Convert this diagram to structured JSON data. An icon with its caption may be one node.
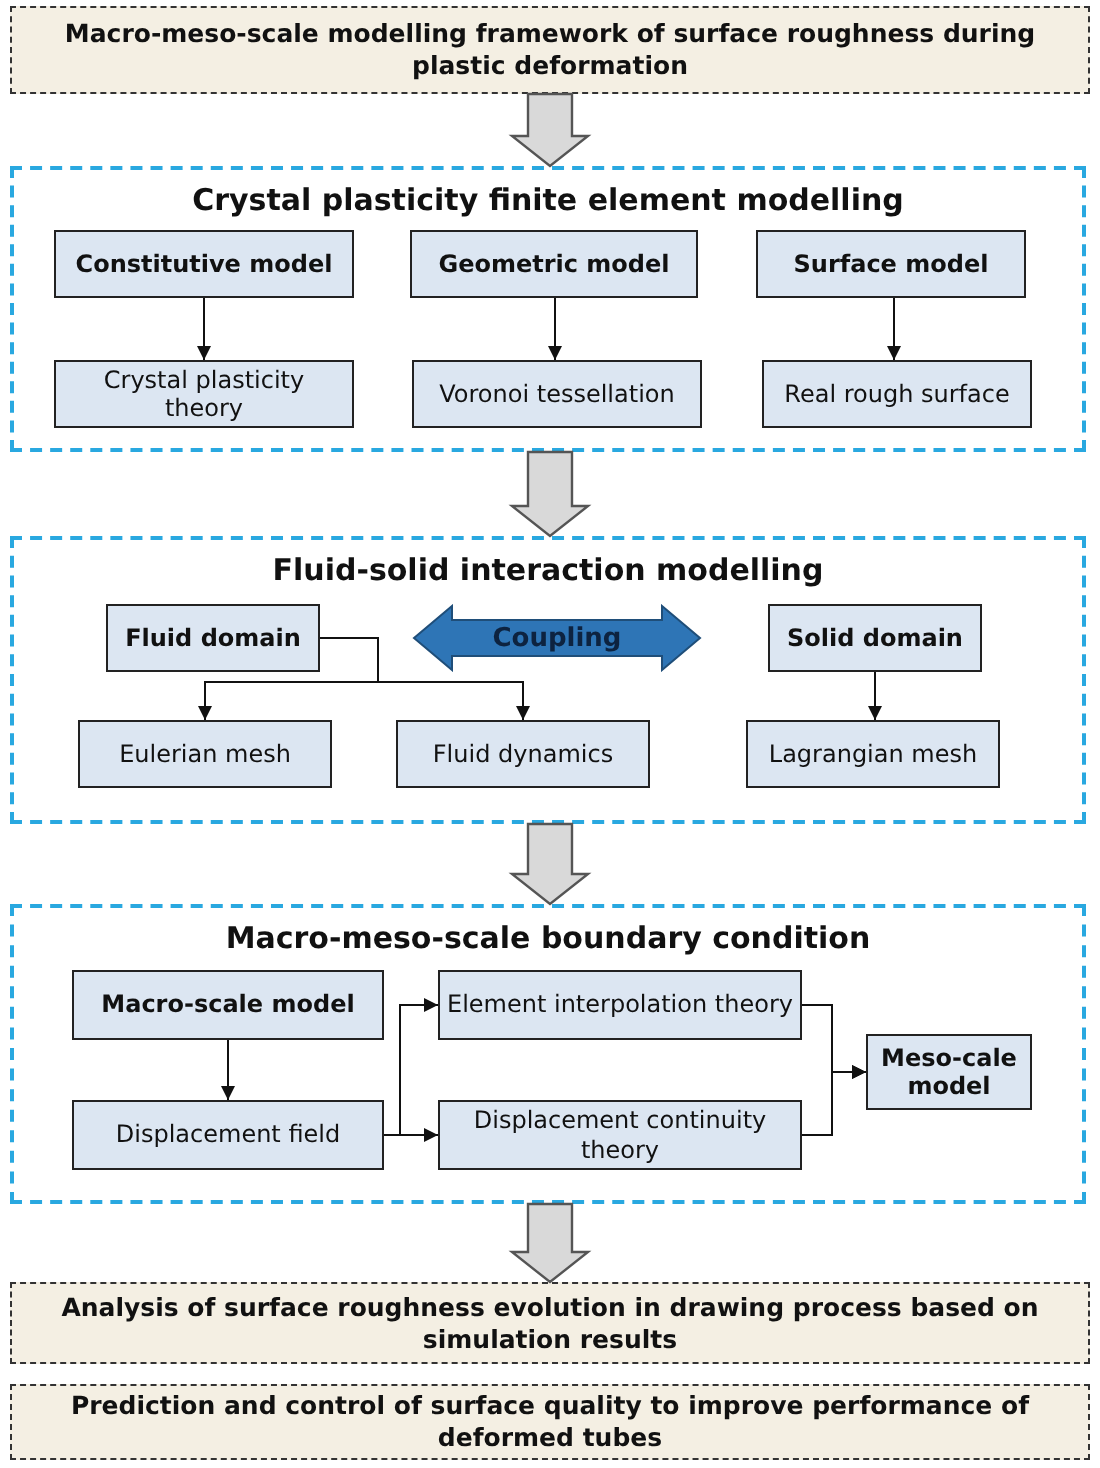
{
  "diagram": {
    "nodes": [
      {
        "text": [
          "Macro-meso-scale modelling framework of surface roughness during plastic deformation"
        ]
      },
      {
        "text": [
          "Crystal plasticity finite element modelling"
        ]
      },
      {
        "text": [
          "Constitutive model"
        ],
        "in": 1
      },
      {
        "text": [
          "Geometric model"
        ],
        "in": 1
      },
      {
        "text": [
          "Surface model"
        ],
        "in": 1
      },
      {
        "text": [
          "Crystal plasticity theory"
        ],
        "in": 1
      },
      {
        "text": [
          "Voronoi tessellation"
        ],
        "in": 1
      },
      {
        "text": [
          "Real rough surface"
        ],
        "in": 1
      },
      {
        "text": [
          "Fluid-solid interaction modelling"
        ]
      },
      {
        "text": [
          "Fluid domain"
        ],
        "in": 8
      },
      {
        "text": [
          "Coupling"
        ],
        "in": 8
      },
      {
        "text": [
          "Solid domain"
        ],
        "in": 8
      },
      {
        "text": [
          "Eulerian mesh"
        ],
        "in": 8
      },
      {
        "text": [
          "Fluid dynamics"
        ],
        "in": 8
      },
      {
        "text": [
          "Lagrangian mesh"
        ],
        "in": 8
      },
      {
        "text": [
          "Macro-meso-scale boundary condition"
        ]
      },
      {
        "text": [
          "Macro-scale model"
        ],
        "in": 15
      },
      {
        "text": [
          "Displacement field"
        ],
        "in": 15
      },
      {
        "text": [
          "Element interpolation theory"
        ],
        "in": 15
      },
      {
        "text": [
          "Displacement continuity theory"
        ],
        "in": 15
      },
      {
        "text": [
          "Meso-cale model"
        ],
        "in": 15
      },
      {
        "text": [
          "Analysis of surface roughness evolution in drawing process based on simulation results"
        ]
      },
      {
        "text": [
          "Prediction and control of surface quality to improve performance of deformed tubes"
        ]
      }
    ],
    "edges": [
      {
        "from": 0,
        "to": 1,
        "arrow": "to",
        "style": "thick",
        "color": "#d9d9d9"
      },
      {
        "from": 2,
        "to": 5,
        "arrow": "to"
      },
      {
        "from": 3,
        "to": 6,
        "arrow": "to"
      },
      {
        "from": 4,
        "to": 7,
        "arrow": "to"
      },
      {
        "from": 1,
        "to": 8,
        "arrow": "to",
        "style": "thick",
        "color": "#d9d9d9"
      },
      {
        "from": 9,
        "to": 12,
        "arrow": "to"
      },
      {
        "from": 9,
        "to": 13,
        "arrow": "to"
      },
      {
        "from": 11,
        "to": 14,
        "arrow": "to"
      },
      {
        "from": 8,
        "to": 15,
        "arrow": "to",
        "style": "thick",
        "color": "#d9d9d9"
      },
      {
        "from": 16,
        "to": 17,
        "arrow": "to"
      },
      {
        "from": 17,
        "to": 18,
        "arrow": "to"
      },
      {
        "from": 17,
        "to": 19,
        "arrow": "to"
      },
      {
        "from": 18,
        "to": 20,
        "arrow": "to"
      },
      {
        "from": 19,
        "to": 20,
        "arrow": "to"
      },
      {
        "from": 15,
        "to": 21,
        "arrow": "to",
        "style": "thick",
        "color": "#d9d9d9"
      }
    ]
  }
}
